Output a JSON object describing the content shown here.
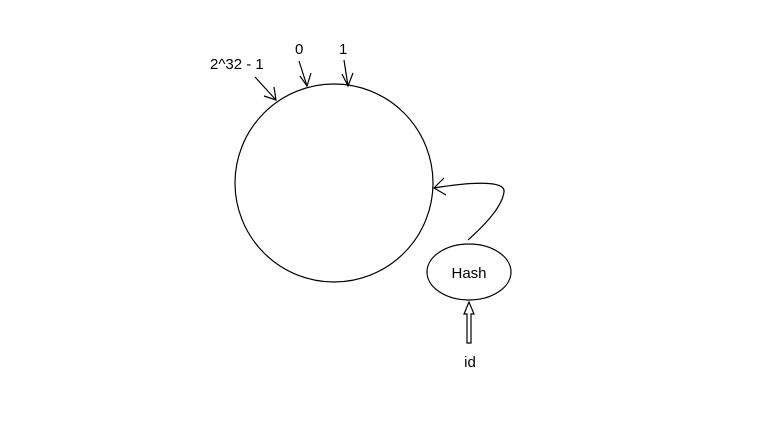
{
  "ring": {
    "label_max": "2^32 - 1",
    "label_zero": "0",
    "label_one": "1"
  },
  "hash": {
    "label": "Hash"
  },
  "input": {
    "label": "id"
  },
  "colors": {
    "stroke": "#000000",
    "background": "#ffffff"
  }
}
